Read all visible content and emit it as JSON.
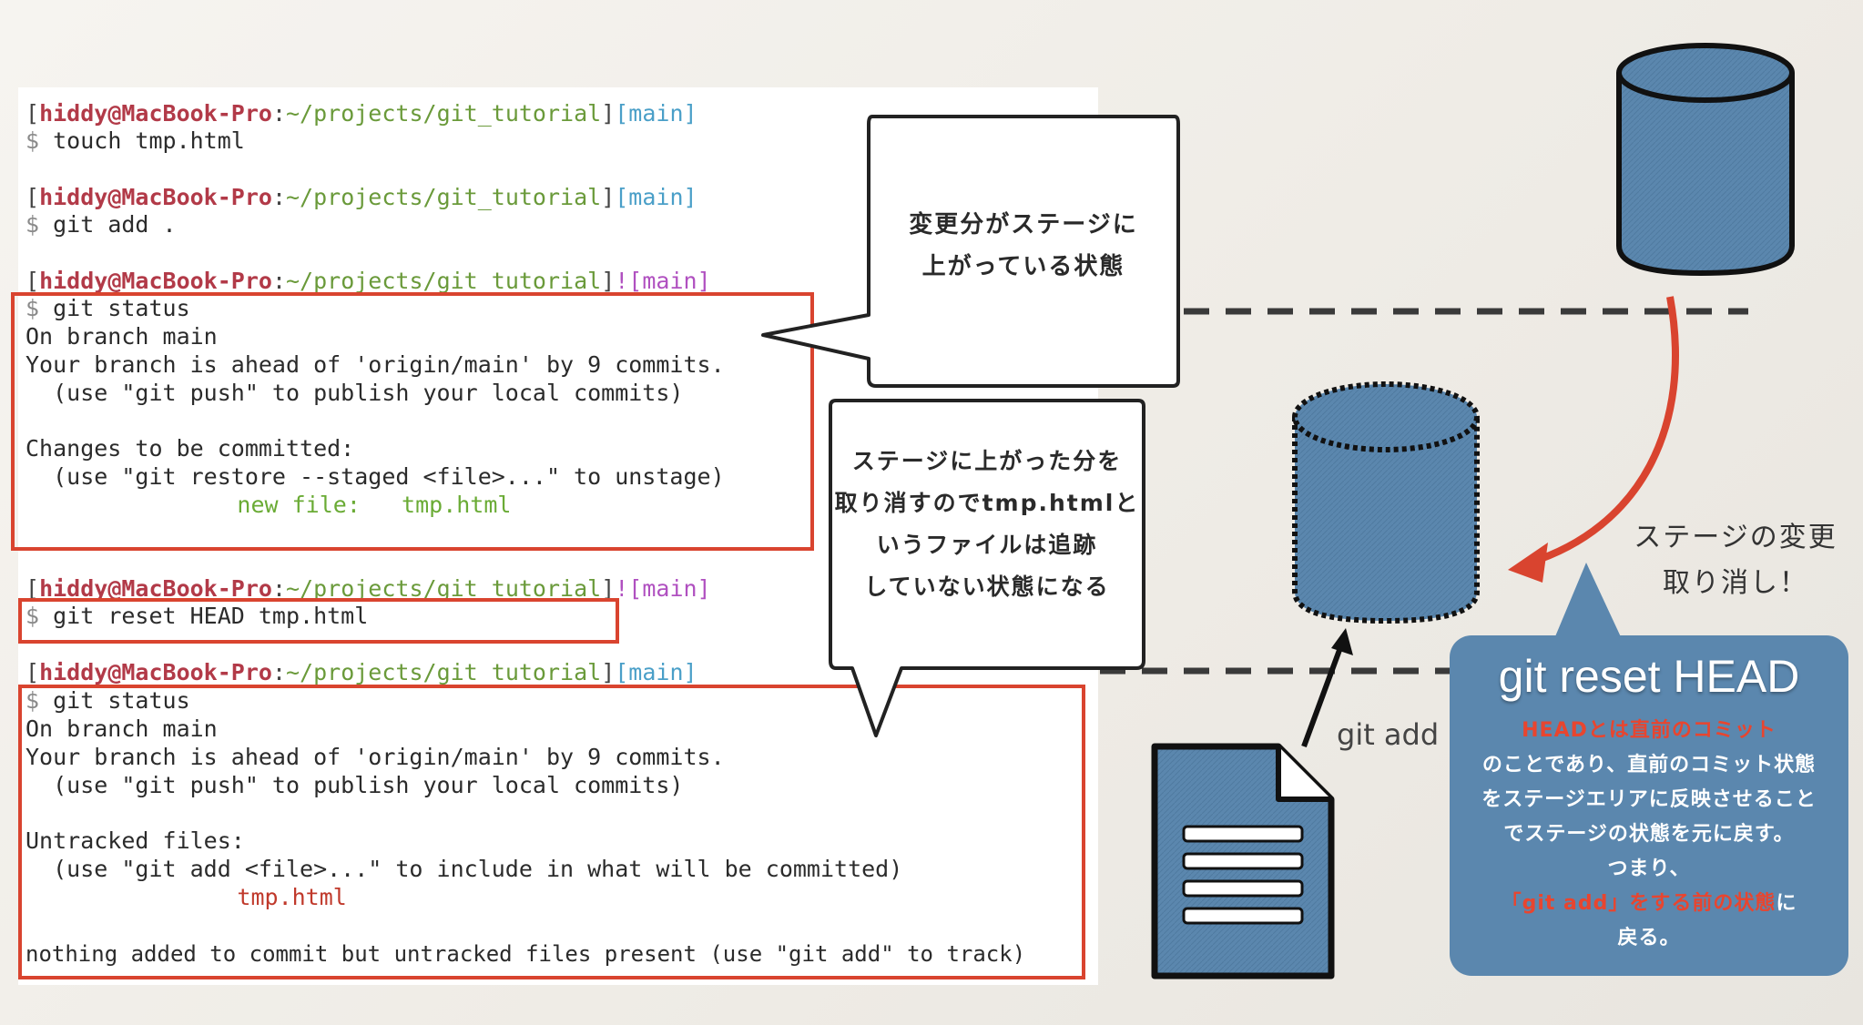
{
  "terminal": {
    "prompt": {
      "user": "hiddy@MacBook-Pro",
      "colon": ":",
      "path": "~/projects/git_tutorial",
      "branch": "[main]",
      "dirty_branch": "![main]",
      "open_bracket": "[",
      "close_bracket": "]",
      "dollar": "$ "
    },
    "cmd1": "touch tmp.html",
    "cmd2": "git add .",
    "cmd3": "git status",
    "status1": {
      "line1": "On branch main",
      "line2": "Your branch is ahead of 'origin/main' by 9 commits.",
      "line3": "  (use \"git push\" to publish your local commits)",
      "line4": "Changes to be committed:",
      "line5": "  (use \"git restore --staged <file>...\" to unstage)",
      "line6": "\tnew file:   tmp.html"
    },
    "cmd4": "git reset HEAD tmp.html",
    "cmd5": "git status",
    "status2": {
      "line1": "On branch main",
      "line2": "Your branch is ahead of 'origin/main' by 9 commits.",
      "line3": "  (use \"git push\" to publish your local commits)",
      "line4": "Untracked files:",
      "line5": "  (use \"git add <file>...\" to include in what will be committed)",
      "line6": "\ttmp.html",
      "line7": "nothing added to commit but untracked files present (use \"git add\" to track)"
    }
  },
  "bubbles": {
    "staged": [
      "変更分がステージに",
      "上がっている状態"
    ],
    "unstaged": [
      "ステージに上がった分を",
      "取り消すのでtmp.htmlと",
      "いうファイルは追跡",
      "していない状態になる"
    ]
  },
  "diagram": {
    "git_add_label": "git add",
    "undo_label": [
      "ステージの変更",
      "取り消し！"
    ],
    "icons": [
      "repository-cylinder-icon",
      "stage-cylinder-icon",
      "document-icon"
    ]
  },
  "card": {
    "title": "git reset HEAD",
    "line1": "HEADとは直前のコミット",
    "line2": "のことであり、直前のコミット状態",
    "line3": "をステージエリアに反映させること",
    "line4": "でステージの状態を元に戻す。",
    "line5": "つまり、",
    "line6_highlight": "「git add」をする前の状態",
    "line6_rest": "に",
    "line7": "戻る。"
  },
  "colors": {
    "accent_red": "#d9442f",
    "cylinder_blue": "#5b87ae",
    "card_blue": "#5b87ae"
  }
}
